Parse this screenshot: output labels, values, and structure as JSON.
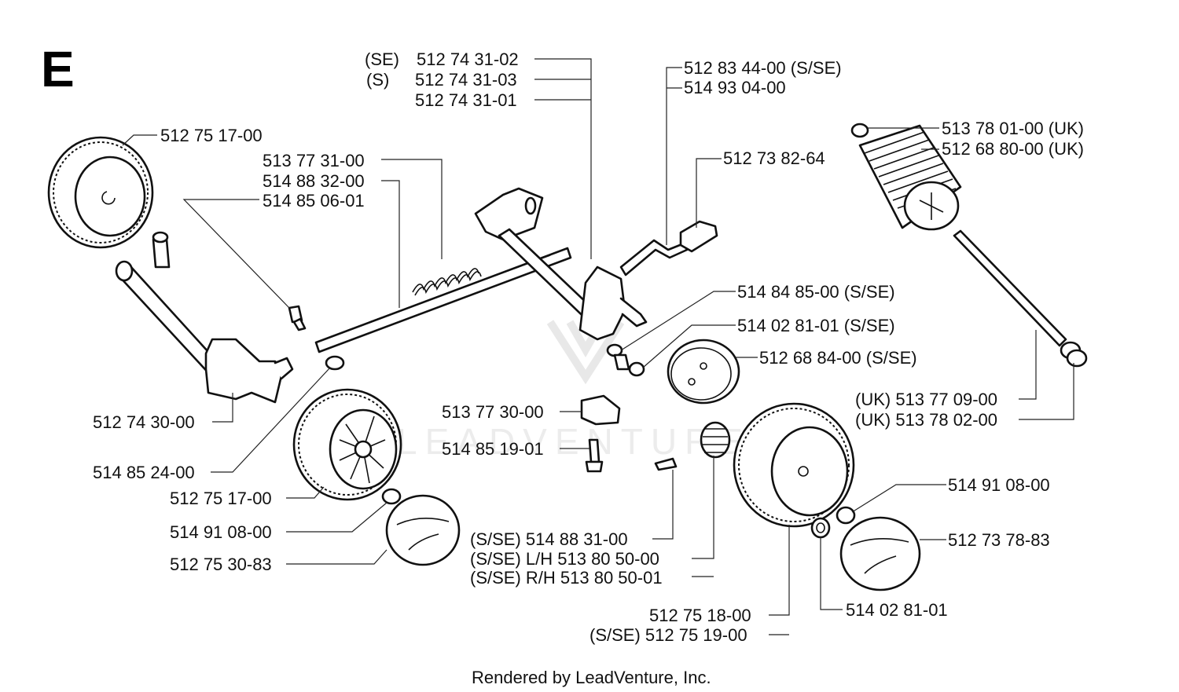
{
  "section_letter": "E",
  "watermark": "LEADVENTURE",
  "footer": "Rendered by LeadVenture, Inc.",
  "labels": {
    "l_se_31_02_prefix": "(SE)",
    "l_se_31_02": "512 74 31-02",
    "l_s_31_03_prefix": "(S)",
    "l_s_31_03": "512 74 31-03",
    "l_31_01": "512 74 31-01",
    "l_83_44": "512 83 44-00 (S/SE)",
    "l_93_04": "514 93 04-00",
    "l_75_17_top": "512 75 17-00",
    "l_77_31": "513 77 31-00",
    "l_88_32": "514 88 32-00",
    "l_85_06": "514 85 06-01",
    "l_73_82": "512 73 82-64",
    "l_78_01": "513 78 01-00 (UK)",
    "l_68_80": "512 68 80-00 (UK)",
    "l_84_85": "514 84 85-00 (S/SE)",
    "l_02_81_se": "514 02 81-01 (S/SE)",
    "l_68_84": "512 68 84-00 (S/SE)",
    "l_74_30": "512 74 30-00",
    "l_77_30": "513 77 30-00",
    "l_85_19": "514 85 19-01",
    "l_77_09": "(UK) 513 77 09-00",
    "l_78_02": "(UK) 513 78 02-00",
    "l_85_24": "514 85 24-00",
    "l_75_17_mid": "512 75 17-00",
    "l_91_08_left": "514 91 08-00",
    "l_75_30": "512 75 30-83",
    "l_88_31": "(S/SE) 514 88 31-00",
    "l_80_50_lh": "(S/SE) L/H 513 80 50-00",
    "l_80_50_rh": "(S/SE) R/H 513 80 50-01",
    "l_91_08_right": "514 91 08-00",
    "l_73_78": "512 73 78-83",
    "l_02_81": "514 02 81-01",
    "l_75_18": "512 75 18-00",
    "l_75_19": "(S/SE) 512 75 19-00"
  }
}
